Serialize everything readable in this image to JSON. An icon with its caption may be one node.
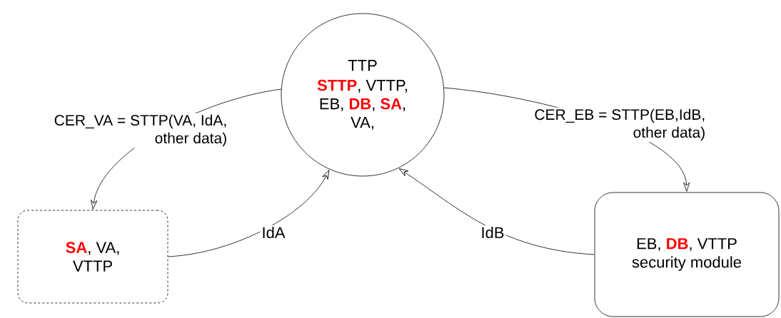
{
  "diagram": {
    "nodes": [
      {
        "text": [
          "TTP",
          "**STTP**, VTTP, EB, **DB**, **SA**, VA,"
        ]
      },
      {
        "text": [
          "**SA**, VA, VTTP"
        ]
      },
      {
        "text": [
          "EB, **DB**, VTTP security module"
        ]
      }
    ],
    "edges": [
      {
        "from": 0,
        "to": 1,
        "arrow": "to",
        "label": "CER_VA = STTP(VA, IdA, other data)"
      },
      {
        "from": 1,
        "to": 0,
        "arrow": "to",
        "label": "IdA"
      },
      {
        "from": 0,
        "to": 2,
        "arrow": "to",
        "label": "CER_EB = STTP(EB,IdB, other data)"
      },
      {
        "from": 2,
        "to": 0,
        "arrow": "to",
        "label": "IdB"
      }
    ]
  }
}
